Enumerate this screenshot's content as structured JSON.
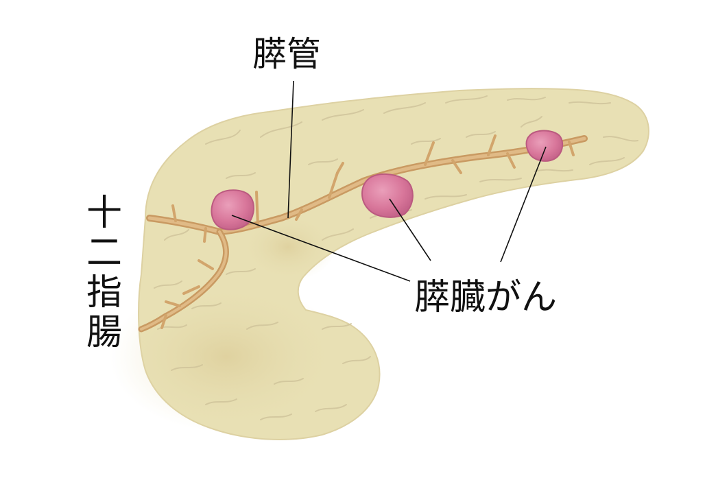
{
  "labels": {
    "pancreatic_duct": "膵管",
    "pancreatic_cancer": "膵臓がん",
    "duodenum": "十二指腸"
  },
  "colors": {
    "pancreas_fill": "#e8e0b4",
    "pancreas_shadow": "#d6c48e",
    "pancreas_lobule_line": "#cfc39a",
    "duct": "#d9b07c",
    "duct_dark": "#c99a62",
    "tumor": "#d8769a",
    "tumor_highlight": "#e79ab5",
    "tumor_edge": "#bb5a80",
    "leader_line": "#111111"
  },
  "tumor_count": 3
}
